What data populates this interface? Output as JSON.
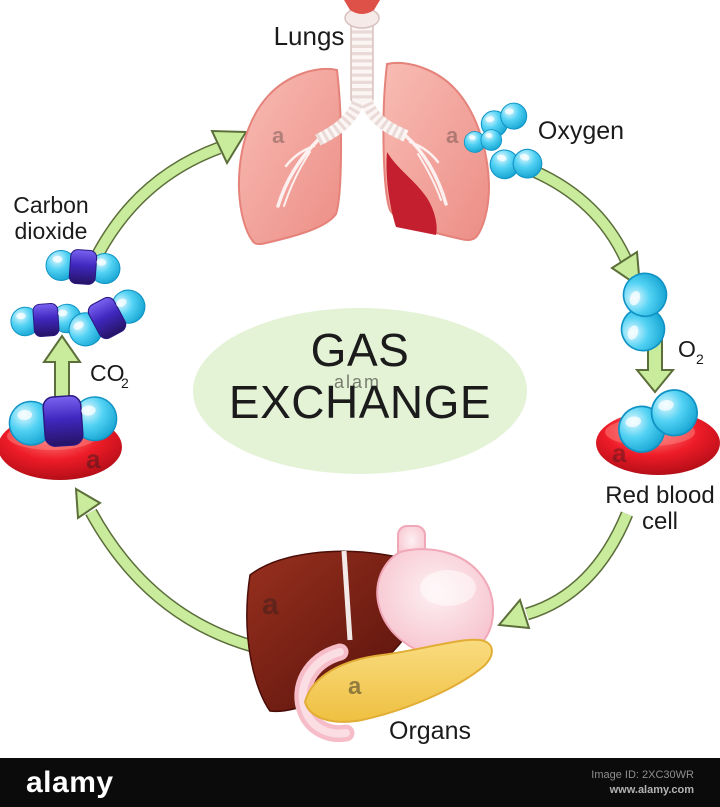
{
  "diagram": {
    "title_line1": "GAS",
    "title_line2": "EXCHANGE",
    "labels": {
      "lungs": "Lungs",
      "oxygen": "Oxygen",
      "o2_main": "O",
      "o2_sub": "2",
      "co2_main": "CO",
      "co2_sub": "2",
      "red_blood_cell_line1": "Red blood",
      "red_blood_cell_line2": "cell",
      "organs": "Organs",
      "carbon_dioxide_line1": "Carbon",
      "carbon_dioxide_line2": "dioxide"
    },
    "colors": {
      "arrow_fill": "#c9ec9c",
      "arrow_outline": "#5c6e3a",
      "ellipse_fill": "#e4f2d6",
      "molecule_cyan": "#3fc9ef",
      "co2_band_purple": "#3c2bb0",
      "red_blood_cell": "#e9192d",
      "lung_pink": "#f2a29b",
      "liver_maroon": "#7c1f15",
      "stomach_pink": "#f8d0da",
      "pancreas_yellow": "#f6d262"
    }
  },
  "watermark": {
    "letter": "a",
    "ghost": "alam"
  },
  "footer": {
    "brand": "alamy",
    "image_id": "Image ID: 2XC30WR",
    "url": "www.alamy.com"
  }
}
